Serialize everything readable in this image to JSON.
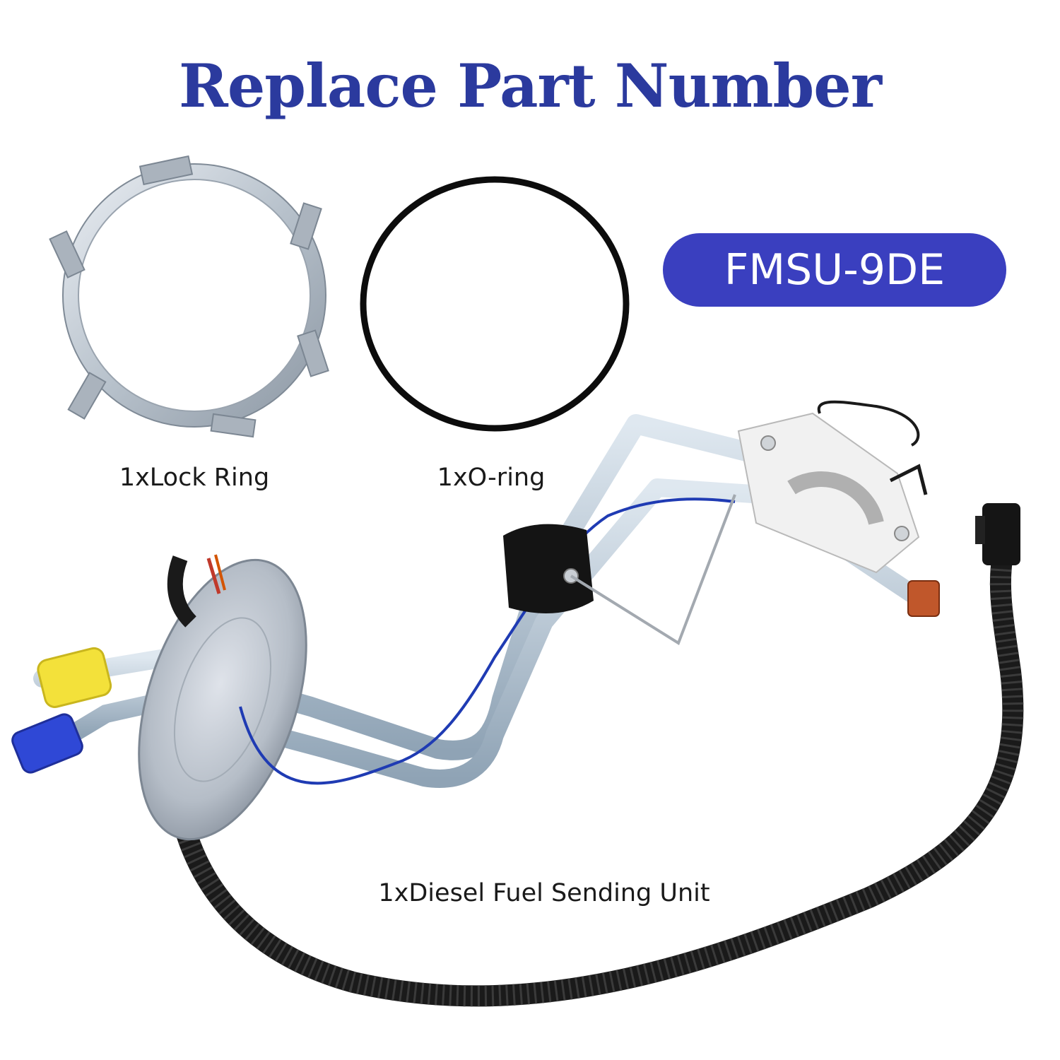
{
  "title": "Replace Part Number",
  "part_number": "FMSU-9DE",
  "items": {
    "lock_ring": "1xLock Ring",
    "o_ring": "1xO-ring",
    "sending_unit": "1xDiesel Fuel Sending Unit"
  },
  "colors": {
    "title": "#2b3a9e",
    "badge_bg": "#3a3fbf",
    "badge_text": "#ffffff"
  },
  "icons": [
    "lock-ring-image",
    "o-ring-image",
    "fuel-sending-unit-image"
  ]
}
